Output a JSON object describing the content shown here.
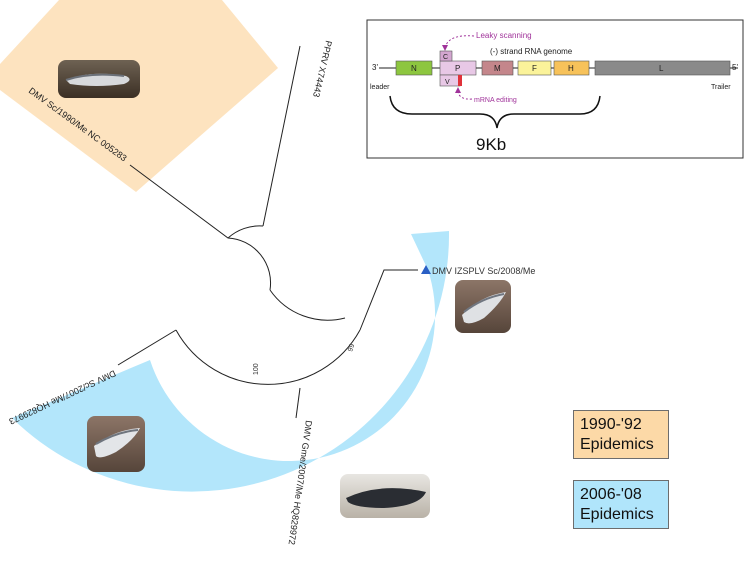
{
  "tree": {
    "labels": {
      "pprv": "PPRV X74443",
      "dmv_1990": "DMV Sc/1990/Me NC 005283",
      "dmv_izsplv": "DMV IZSPLV Sc/2008/Me",
      "dmv_sc2007": "DMV Sc/2007/Me HQ829973",
      "dmv_gme2007": "DMV Gme/2007/Me HQ829972"
    },
    "bootstrap": [
      "100",
      "99"
    ],
    "marker_color": "#2a5fc4"
  },
  "genome": {
    "left_end": "3'",
    "right_end": "5'",
    "leader": "leader",
    "trailer": "Trailer",
    "genes": [
      {
        "name": "N",
        "color": "#8dc63f"
      },
      {
        "name": "P",
        "color": "#e8c8e6"
      },
      {
        "name": "C",
        "color": "#d3a6d0"
      },
      {
        "name": "V",
        "color": "#e8c8e6"
      },
      {
        "name": "M",
        "color": "#c4868b"
      },
      {
        "name": "F",
        "color": "#fbf39a"
      },
      {
        "name": "H",
        "color": "#f7c25a"
      },
      {
        "name": "L",
        "color": "#8a8a8a"
      }
    ],
    "v_accent_color": "#e0323a",
    "strand_label": "(-) strand RNA genome",
    "leaky_label": "Leaky scanning",
    "editing_label": "mRNA editing",
    "annotation_color": "#a0339a",
    "size_label": "9Kb"
  },
  "legend": {
    "epidemic_1990": {
      "line1": "1990-'92",
      "line2": "Epidemics",
      "color": "#fcd9a7"
    },
    "epidemic_2006": {
      "line1": "2006-'08",
      "line2": "Epidemics",
      "color": "#b0e5fb"
    }
  },
  "colors": {
    "clade_1990_fill": "#fde3bf",
    "clade_2006_fill": "#b3e6fb"
  }
}
